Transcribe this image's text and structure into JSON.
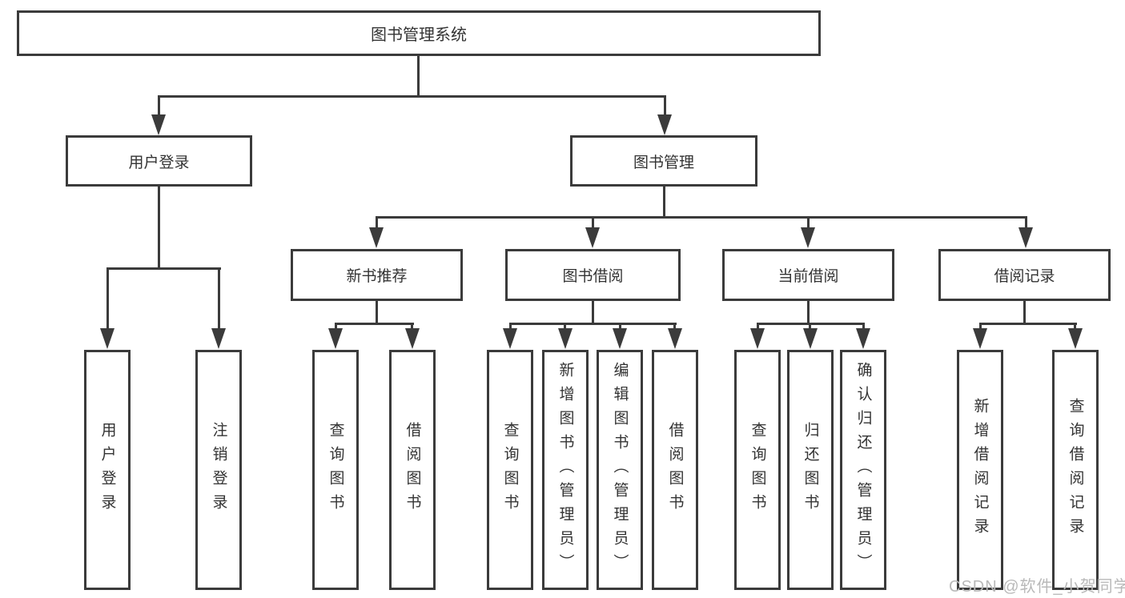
{
  "colors": {
    "line": "#3b3b3b",
    "text": "#333333",
    "background": "#ffffff",
    "watermark": "#b9b9b9"
  },
  "watermark": {
    "text": "CSDN @软件_小贺同学"
  },
  "tree": {
    "root": "图书管理系统",
    "branches": [
      {
        "label": "用户登录",
        "leaves": [
          "用户登录",
          "注销登录"
        ]
      },
      {
        "label": "图书管理",
        "children": [
          {
            "label": "新书推荐",
            "leaves": [
              "查询图书",
              "借阅图书"
            ]
          },
          {
            "label": "图书借阅",
            "leaves": [
              "查询图书",
              "新增图书（管理员）",
              "编辑图书（管理员）",
              "借阅图书"
            ]
          },
          {
            "label": "当前借阅",
            "leaves": [
              "查询图书",
              "归还图书",
              "确认归还（管理员）"
            ]
          },
          {
            "label": "借阅记录",
            "leaves": [
              "新增借阅记录",
              "查询借阅记录"
            ]
          }
        ]
      }
    ]
  }
}
